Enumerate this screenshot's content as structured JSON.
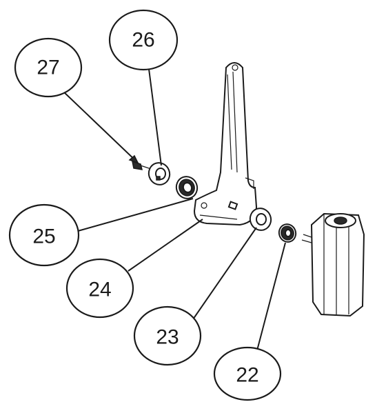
{
  "callouts": [
    {
      "id": "27",
      "label": "27"
    },
    {
      "id": "26",
      "label": "26"
    },
    {
      "id": "25",
      "label": "25"
    },
    {
      "id": "24",
      "label": "24"
    },
    {
      "id": "23",
      "label": "23"
    },
    {
      "id": "22",
      "label": "22"
    }
  ],
  "colors": {
    "line": "#1a1a1a",
    "background": "#ffffff"
  }
}
